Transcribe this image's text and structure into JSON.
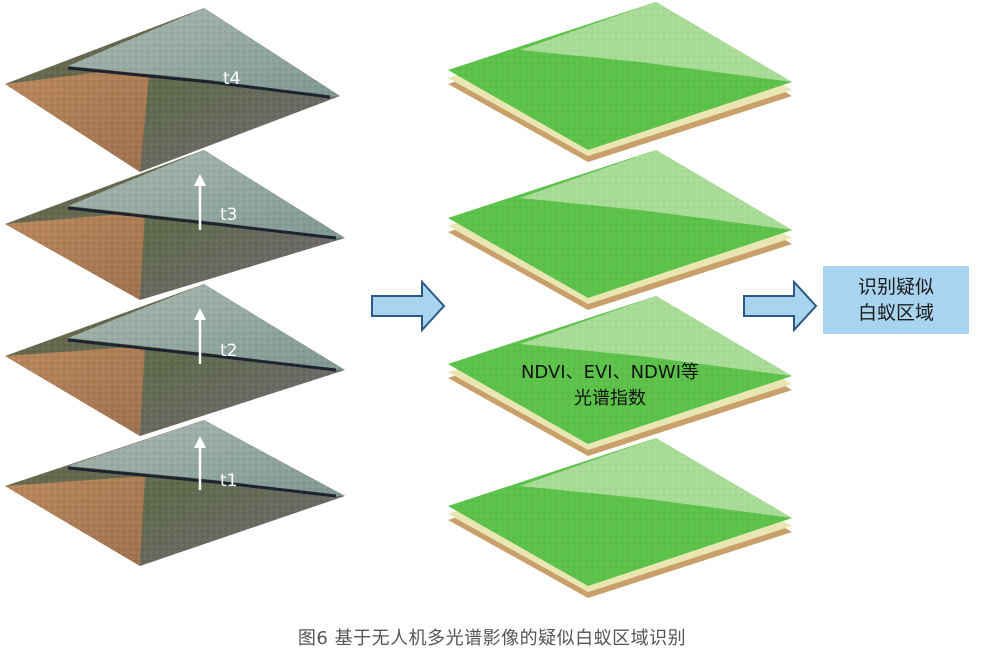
{
  "time_labels": [
    "t4",
    "t3",
    "t2",
    "t1"
  ],
  "index_label": {
    "line1": "NDVI、EVI、NDWI等",
    "line2": "光谱指数"
  },
  "result_box": {
    "line1": "识别疑似",
    "line2": "白蚁区域"
  },
  "caption": "图6  基于无人机多光谱影像的疑似白蚁区域识别",
  "colors": {
    "arrow_fill": "#a9d4ef",
    "arrow_stroke": "#2a5a85",
    "result_box": "#a9d4ef",
    "index_green": "#5cc24a",
    "index_green_light": "#b6e0a4",
    "layer_base": "#c9a06a",
    "water": "#8fa7a0",
    "soil": "#b3805a",
    "vegetation": "#6f6a55"
  }
}
